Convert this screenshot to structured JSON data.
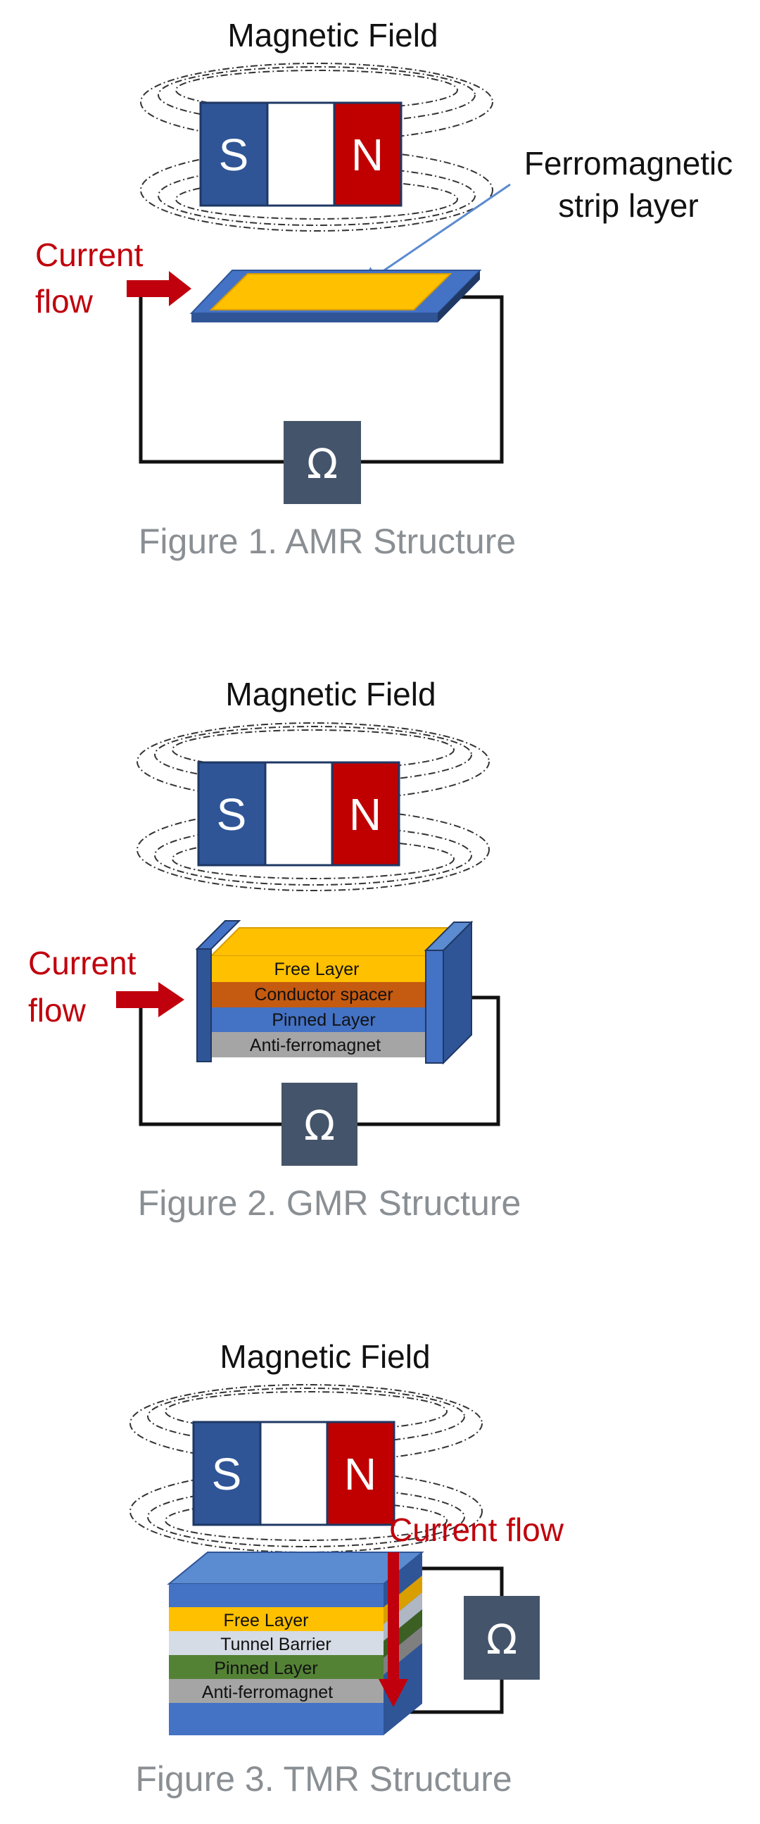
{
  "figure1": {
    "title": "Magnetic Field",
    "pole_s": "S",
    "pole_n": "N",
    "strip_label_line1": "Ferromagnetic",
    "strip_label_line2": "strip layer",
    "current_line1": "Current",
    "current_line2": "flow",
    "ohm_symbol": "Ω",
    "caption": "Figure 1. AMR Structure"
  },
  "figure2": {
    "title": "Magnetic Field",
    "pole_s": "S",
    "pole_n": "N",
    "current_line1": "Current",
    "current_line2": "flow",
    "layers": [
      "Free Layer",
      "Conductor spacer",
      "Pinned Layer",
      "Anti-ferromagnet"
    ],
    "ohm_symbol": "Ω",
    "caption": "Figure 2. GMR Structure"
  },
  "figure3": {
    "title": "Magnetic Field",
    "pole_s": "S",
    "pole_n": "N",
    "current_label": "Current flow",
    "layers": [
      "Free Layer",
      "Tunnel Barrier",
      "Pinned Layer",
      "Anti-ferromagnet"
    ],
    "ohm_symbol": "Ω",
    "caption": "Figure 3. TMR Structure"
  },
  "colors": {
    "magnet_blue": "#2f5597",
    "magnet_red": "#c00000",
    "strip_yellow": "#ffc000",
    "strip_edge_blue": "#4472c4",
    "conductor_orange": "#c55a11",
    "pinned_blue": "#4472c4",
    "anti_gray": "#a5a5a5",
    "tunnel_light": "#d6dce5",
    "pinned_green": "#548235",
    "ohm_box": "#44546a",
    "current_red": "#c0000c"
  }
}
